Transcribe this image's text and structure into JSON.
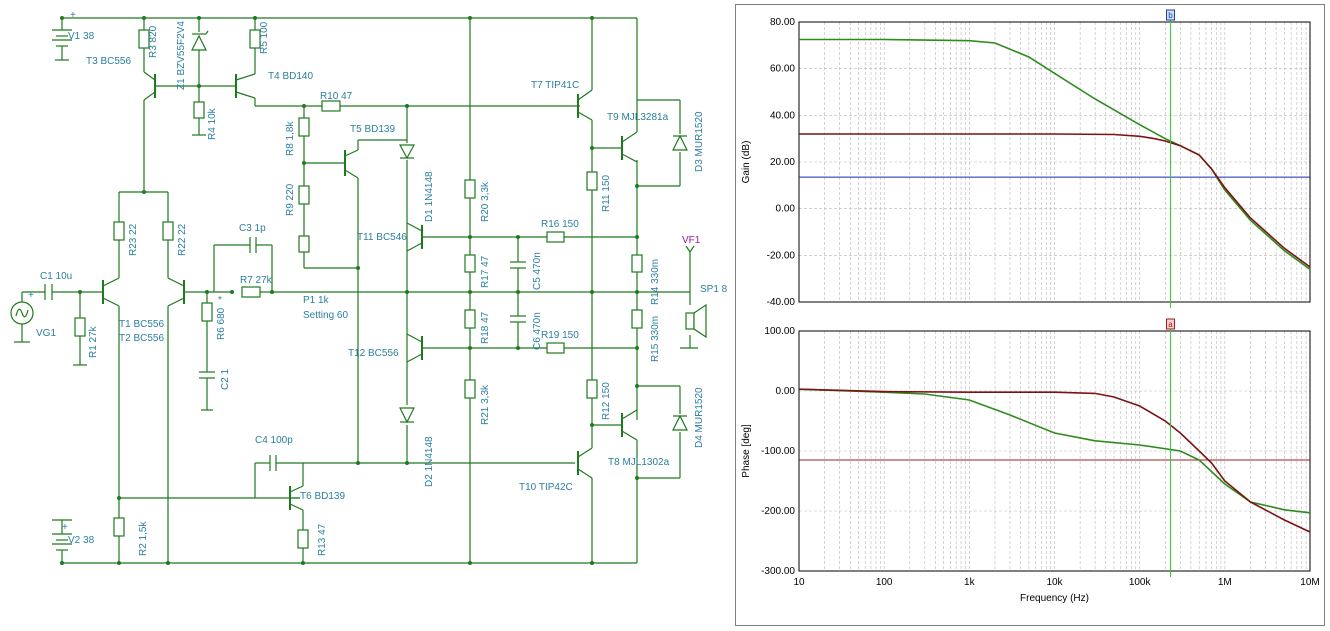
{
  "schematic": {
    "labels": {
      "V1": "V1 38",
      "V2": "V2 38",
      "VG1": "VG1",
      "R3": "R3 820",
      "Z1": "Z1 BZV55F2V4",
      "R5": "R5 100",
      "T3": "T3 BC556",
      "T4": "T4 BD140",
      "R4": "R4 10k",
      "R10": "R10 47",
      "R8": "R8 1,8k",
      "T5": "T5 BD139",
      "R9": "R9 220",
      "C3": "C3 1p",
      "R7": "R7 27k",
      "C1": "C1 10u",
      "R1": "R1 27k",
      "R23": "R23 22",
      "R22": "R22 22",
      "T1": "T1 BC556",
      "T2": "T2 BC556",
      "R6": "R6 680",
      "R6mark": "*",
      "C2": "C2 1",
      "P1": "P1 1k",
      "P1set": "Setting 60",
      "D1": "D1 1N4148",
      "D2": "D2 1N4148",
      "T11": "T11 BC546",
      "T12": "T12 BC556",
      "R20": "R20 3,3k",
      "R17": "R17 47",
      "R18": "R18 47",
      "R21": "R21 3,3k",
      "C5": "C5 470n",
      "C6": "C6 470n",
      "R16": "R16 150",
      "R19": "R19 150",
      "T7": "T7 TIP41C",
      "T9": "T9 MJL3281a",
      "D3": "D3 MUR1520",
      "R11": "R11 150",
      "R12": "R12 150",
      "R14": "R14 330m",
      "R15": "R15 330m",
      "VF1": "VF1",
      "SP1": "SP1 8",
      "T10": "T10 TIP42C",
      "T8": "T8 MJL1302a",
      "D4": "D4 MUR1520",
      "C4": "C4 100p",
      "T6": "T6 BD139",
      "R13": "R13 47",
      "R2": "R2 1,5k",
      "plus1": "+",
      "plus2": "+",
      "plusG": "+"
    }
  },
  "chart_data": [
    {
      "type": "line",
      "title": "",
      "xlabel": "",
      "ylabel": "Gain (dB)",
      "xscale": "log",
      "xlim": [
        10,
        10000000
      ],
      "ylim": [
        -40,
        80
      ],
      "yticks": [
        "80.00",
        "60.00",
        "40.00",
        "20.00",
        "0.00",
        "-20.00",
        "-40.00"
      ],
      "cursor_x": 230000,
      "cursor_label": "b",
      "reference_line": 13.5,
      "series": [
        {
          "color": "#2e8b1e",
          "x": [
            10,
            100,
            1000,
            2000,
            5000,
            10000,
            30000,
            100000,
            200000,
            300000,
            500000,
            700000,
            1000000,
            2000000,
            5000000,
            10000000
          ],
          "y": [
            72.5,
            72.5,
            72,
            71,
            65,
            58,
            47,
            36,
            30,
            27,
            23,
            17,
            8,
            -5,
            -18,
            -26
          ]
        },
        {
          "color": "#7a1414",
          "x": [
            10,
            100,
            1000,
            10000,
            50000,
            100000,
            150000,
            200000,
            300000,
            500000,
            700000,
            1000000,
            2000000,
            5000000,
            10000000
          ],
          "y": [
            32,
            32,
            32,
            32,
            31.8,
            31,
            30,
            29,
            27,
            23,
            17,
            9,
            -4,
            -17,
            -25
          ]
        }
      ]
    },
    {
      "type": "line",
      "title": "",
      "xlabel": "Frequency (Hz)",
      "ylabel": "Phase [deg]",
      "xscale": "log",
      "xlim": [
        10,
        10000000
      ],
      "ylim": [
        -300,
        100
      ],
      "xticks": [
        "10",
        "100",
        "1k",
        "10k",
        "100k",
        "1M",
        "10M"
      ],
      "yticks": [
        "100.00",
        "0.00",
        "-100.00",
        "-200.00",
        "-300.00"
      ],
      "cursor_x": 230000,
      "cursor_label": "a",
      "reference_line": -115,
      "series": [
        {
          "color": "#2e8b1e",
          "x": [
            10,
            100,
            300,
            1000,
            3000,
            10000,
            30000,
            100000,
            300000,
            500000,
            1000000,
            2000000,
            5000000,
            10000000
          ],
          "y": [
            3,
            -2,
            -5,
            -15,
            -40,
            -70,
            -83,
            -90,
            -100,
            -115,
            -155,
            -185,
            -198,
            -203
          ]
        },
        {
          "color": "#7a1414",
          "x": [
            10,
            100,
            1000,
            10000,
            30000,
            50000,
            100000,
            200000,
            300000,
            500000,
            700000,
            1000000,
            2000000,
            5000000,
            10000000
          ],
          "y": [
            3,
            -1,
            -2,
            -2,
            -4,
            -10,
            -25,
            -50,
            -70,
            -100,
            -120,
            -150,
            -185,
            -215,
            -235
          ]
        }
      ]
    }
  ]
}
